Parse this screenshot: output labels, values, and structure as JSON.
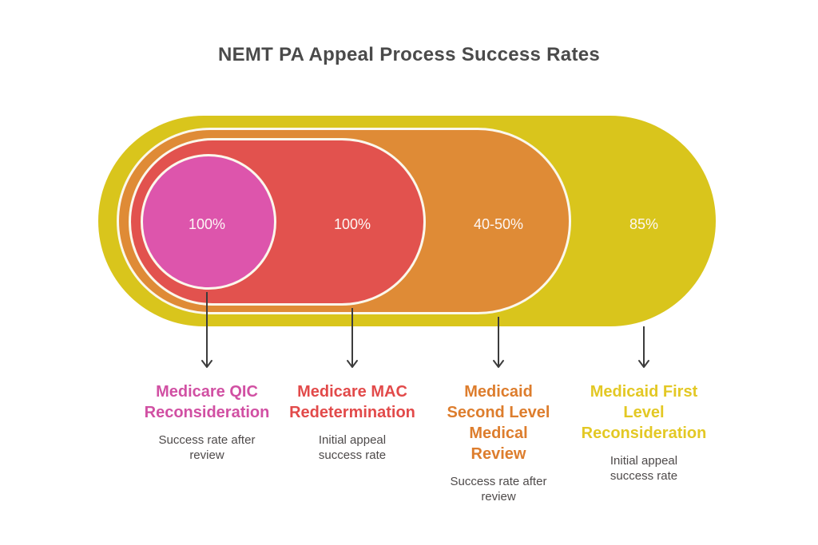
{
  "title": "NEMT PA Appeal Process Success Rates",
  "rings": [
    {
      "id": "medicare-qic-reconsideration",
      "value": "100%",
      "shape_color": "#dd55ac",
      "heading_color": "#d150a3",
      "heading_lines": [
        "Medicare QIC",
        "Reconsideration"
      ],
      "subtitle_lines": [
        "Success rate after",
        "review"
      ]
    },
    {
      "id": "medicare-mac-redetermination",
      "value": "100%",
      "shape_color": "#e2524e",
      "heading_color": "#e24a4a",
      "heading_lines": [
        "Medicare MAC",
        "Redetermination"
      ],
      "subtitle_lines": [
        "Initial appeal",
        "success rate"
      ]
    },
    {
      "id": "medicaid-second-level-medical-review",
      "value": "40-50%",
      "shape_color": "#df8b36",
      "heading_color": "#dd7d2d",
      "heading_lines": [
        "Medicaid",
        "Second Level",
        "Medical",
        "Review"
      ],
      "subtitle_lines": [
        "Success rate after",
        "review"
      ]
    },
    {
      "id": "medicaid-first-level-reconsideration",
      "value": "85%",
      "shape_color": "#d9c51c",
      "heading_color": "#e3c824",
      "heading_lines": [
        "Medicaid First",
        "Level",
        "Reconsideration"
      ],
      "subtitle_lines": [
        "Initial appeal",
        "success rate"
      ]
    }
  ],
  "colors": {
    "background": "#ffffff",
    "title_text": "#4a4a4a",
    "subtitle_text": "#4e4a4a",
    "value_text": "#fdf7f5",
    "ring_stroke": "#fbf8ec",
    "arrow": "#3c3c3c"
  }
}
